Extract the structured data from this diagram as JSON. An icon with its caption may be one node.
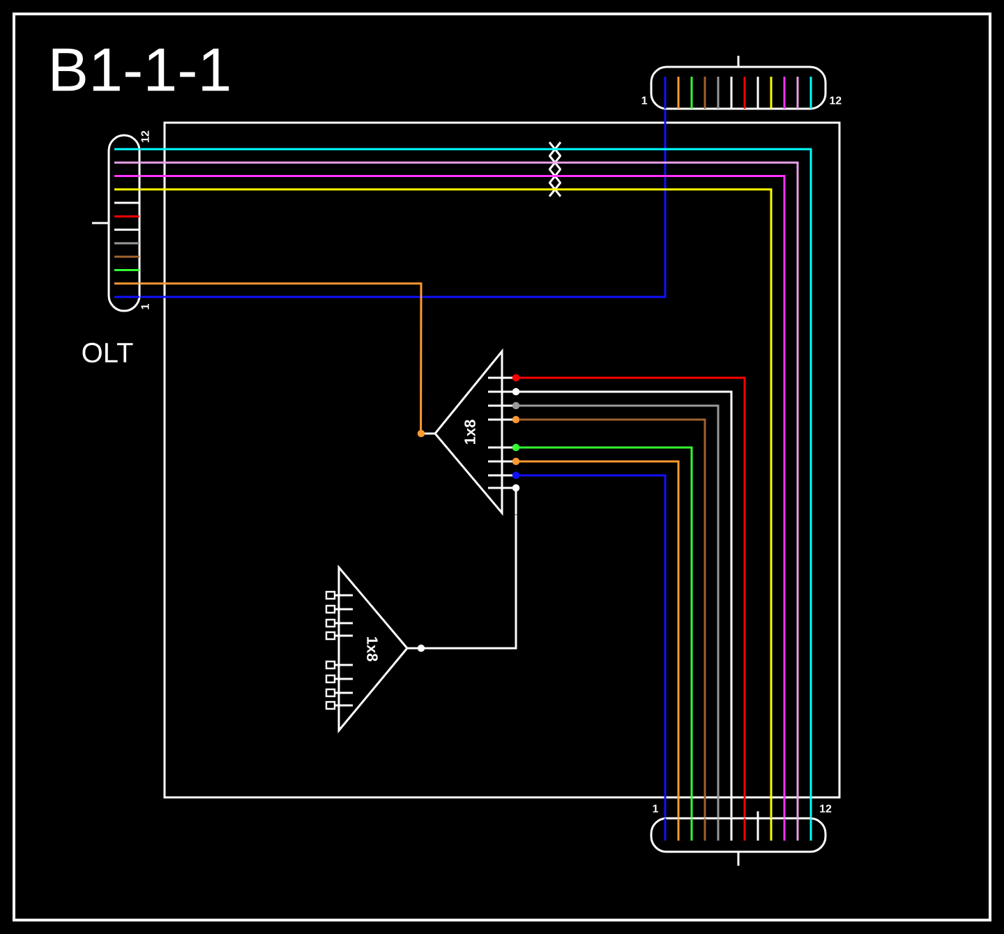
{
  "diagram": {
    "title": "B1-1-1",
    "nodes": [
      {
        "text": [
          "OLT"
        ],
        "beside": [
          "12",
          "1"
        ]
      },
      {
        "text": [],
        "shape": "box",
        "beside": [
          "1",
          "12"
        ]
      },
      {
        "text": [],
        "shape": "box",
        "beside": [
          "1",
          "12"
        ]
      },
      {
        "text": [
          "1x8"
        ]
      },
      {
        "text": [
          "1x8"
        ]
      }
    ],
    "edges": [
      {
        "from": 0,
        "to": 1,
        "arrow": "none",
        "color": "#1010ff"
      },
      {
        "from": 0,
        "to": 3,
        "arrow": "none",
        "color": "#ff9933"
      },
      {
        "from": 0,
        "to": 2,
        "arrow": "none",
        "color": "#ffff00"
      },
      {
        "from": 0,
        "to": 2,
        "arrow": "none",
        "color": "#ff33ff"
      },
      {
        "from": 0,
        "to": 2,
        "arrow": "none",
        "color": "#e8a0e8"
      },
      {
        "from": 0,
        "to": 2,
        "arrow": "none",
        "color": "#00ffff"
      },
      {
        "from": 3,
        "to": 2,
        "arrow": "none",
        "color": "#ff0000"
      },
      {
        "from": 3,
        "to": 2,
        "arrow": "none",
        "color": "#ffffff"
      },
      {
        "from": 3,
        "to": 2,
        "arrow": "none",
        "color": "#999999"
      },
      {
        "from": 3,
        "to": 2,
        "arrow": "none",
        "color": "#a0622d"
      },
      {
        "from": 3,
        "to": 2,
        "arrow": "none",
        "color": "#33ff33"
      },
      {
        "from": 3,
        "to": 2,
        "arrow": "none",
        "color": "#ff9933"
      },
      {
        "from": 3,
        "to": 2,
        "arrow": "none",
        "color": "#1010ff"
      },
      {
        "from": 3,
        "to": 4,
        "arrow": "none",
        "color": "#ffffff"
      }
    ]
  }
}
